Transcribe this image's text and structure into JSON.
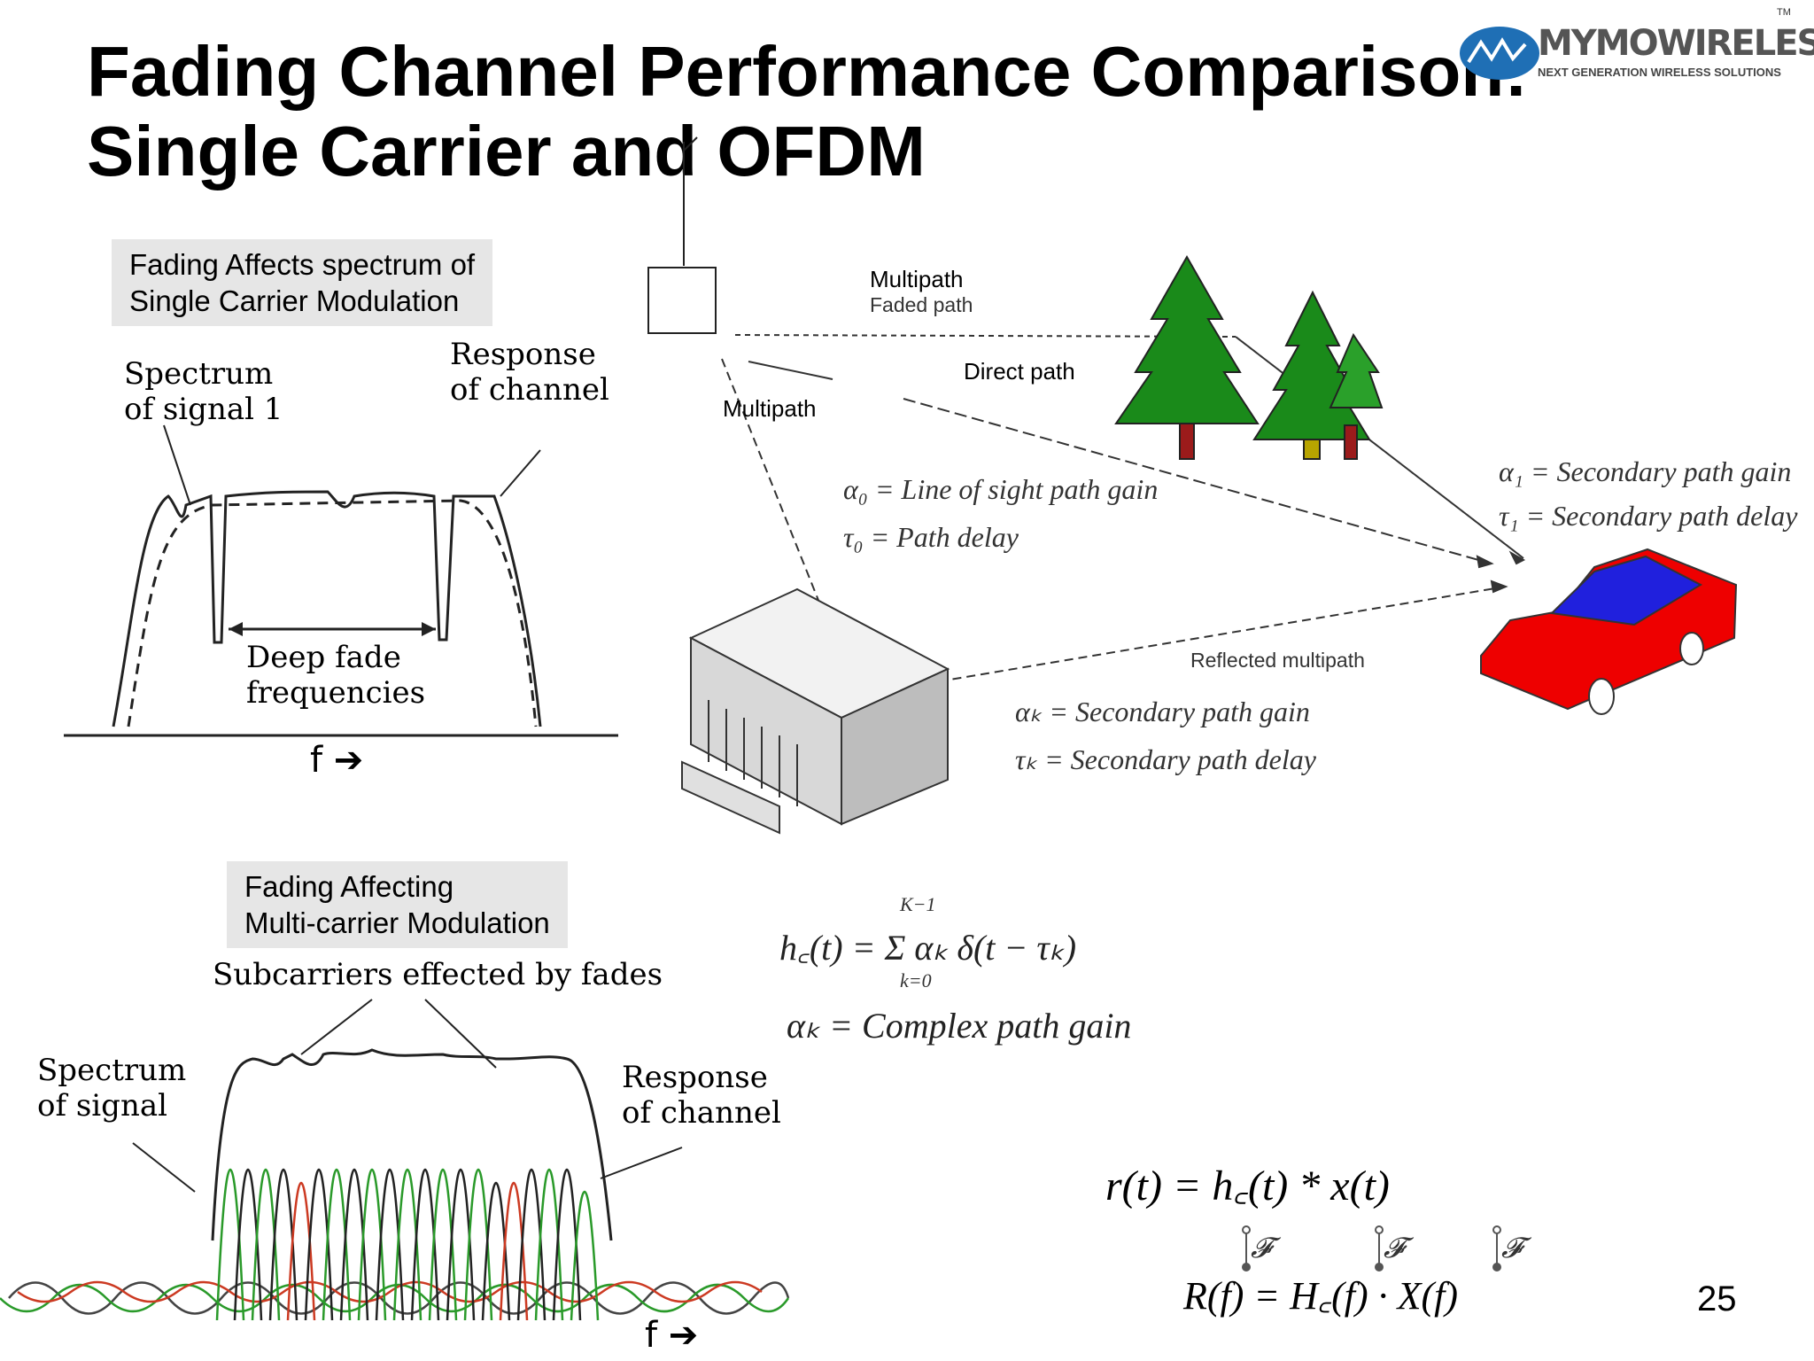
{
  "slide": {
    "title_line1": "Fading Channel Performance Comparison:",
    "title_line2": "Single Carrier and OFDM",
    "page_number": "25"
  },
  "logo": {
    "brand": "MYMOWIRELESS",
    "tagline": "NEXT GENERATION WIRELESS SOLUTIONS",
    "tm": "TM",
    "accent_color": "#1f6fb5"
  },
  "single_carrier": {
    "callout_line1": "Fading Affects spectrum of",
    "callout_line2": "Single Carrier Modulation",
    "spectrum_label_line1": "Spectrum",
    "spectrum_label_line2": "of signal 1",
    "response_label_line1": "Response",
    "response_label_line2": "of channel",
    "deep_fade_line1": "Deep fade",
    "deep_fade_line2": "frequencies",
    "axis": "f ➔"
  },
  "scene": {
    "multipath_faded_line1": "Multipath",
    "multipath_faded_line2": "Faded path",
    "direct_path": "Direct path",
    "multipath": "Multipath",
    "reflected_multipath": "Reflected multipath",
    "alpha0": "α₀ = Line of sight path gain",
    "tau0": "τ₀ = Path delay",
    "alpha1": "α₁ = Secondary path gain",
    "tau1": "τ₁ = Secondary path delay",
    "alphak": "αₖ = Secondary path gain",
    "tauk": "τₖ = Secondary path delay",
    "car_color": "#ee0000",
    "tree_color": "#1a8a1a"
  },
  "multi_carrier": {
    "callout_line1": "Fading Affecting",
    "callout_line2": "Multi-carrier Modulation",
    "subcarriers_label": "Subcarriers effected by fades",
    "spectrum_label_line1": "Spectrum",
    "spectrum_label_line2": "of signal",
    "response_label_line1": "Response",
    "response_label_line2": "of channel",
    "axis": "f ➔"
  },
  "equations": {
    "impulse_response": "h꜀(t) = Σ αₖ δ(t − τₖ)",
    "sum_top": "K−1",
    "sum_bottom": "k=0",
    "complex_gain": "αₖ = Complex path gain",
    "time_domain": "r(t) = h꜀(t) * x(t)",
    "fourier_symbol": "𝓕",
    "freq_domain": "R(f) = H꜀(f) · X(f)"
  }
}
